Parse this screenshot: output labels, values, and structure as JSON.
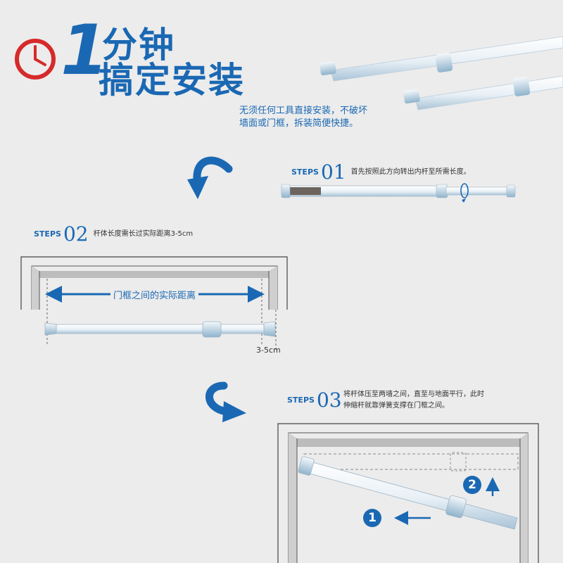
{
  "header": {
    "big_number": "1",
    "line1": "分钟",
    "line2": "搞定安装",
    "intro_line1": "无须任何工具直接安装，不破坏",
    "intro_line2": "墙面或门框，拆装简便快捷。"
  },
  "steps": [
    {
      "label": "STEPS",
      "num": "01",
      "desc": "首先按照此方向转出内杆至所需长度。"
    },
    {
      "label": "STEPS",
      "num": "02",
      "desc": "杆体长度需长过实际距离3-5cm",
      "distance_label": "门框之间的实际距离",
      "extra_label": "3-5cm"
    },
    {
      "label": "STEPS",
      "num": "03",
      "desc_line1": "将杆体压至两墙之间，直至与地面平行，此时",
      "desc_line2": "伸缩杆就靠弹簧支撑在门框之间。",
      "marker1": "1",
      "marker2": "2"
    }
  ],
  "colors": {
    "accent": "#1a68b3",
    "alert": "#d62a2a",
    "background": "#ececec"
  }
}
